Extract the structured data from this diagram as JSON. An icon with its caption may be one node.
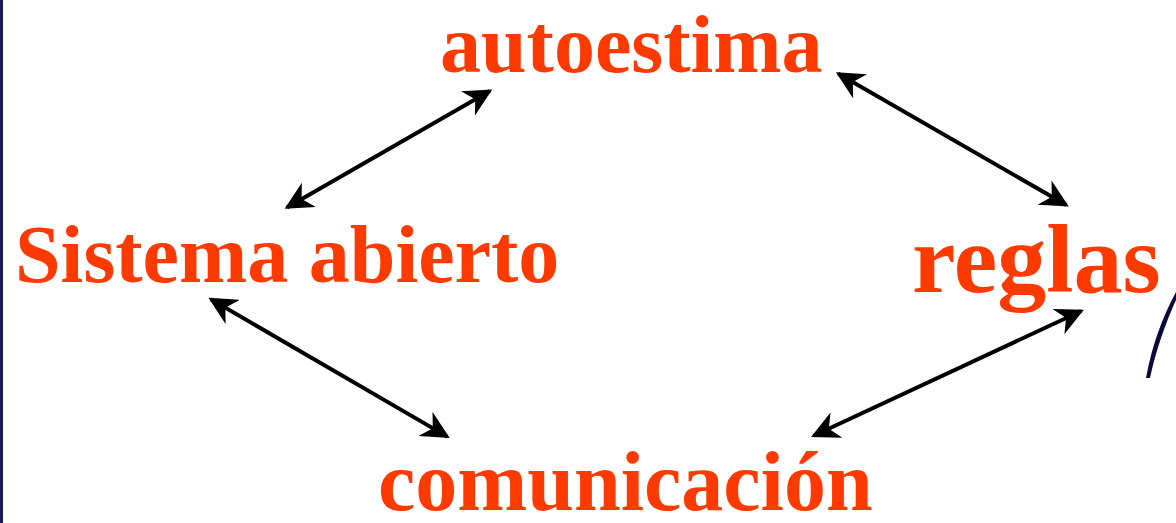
{
  "diagram": {
    "nodes": [
      {
        "text": [
          "autoestima"
        ]
      },
      {
        "text": [
          "Sistema abierto"
        ]
      },
      {
        "text": [
          "reglas"
        ]
      },
      {
        "text": [
          "comunicación"
        ]
      }
    ],
    "edges": [
      {
        "from": 1,
        "to": 0,
        "arrow": "both"
      },
      {
        "from": 0,
        "to": 2,
        "arrow": "both"
      },
      {
        "from": 1,
        "to": 3,
        "arrow": "both"
      },
      {
        "from": 3,
        "to": 2,
        "arrow": "both"
      }
    ]
  }
}
